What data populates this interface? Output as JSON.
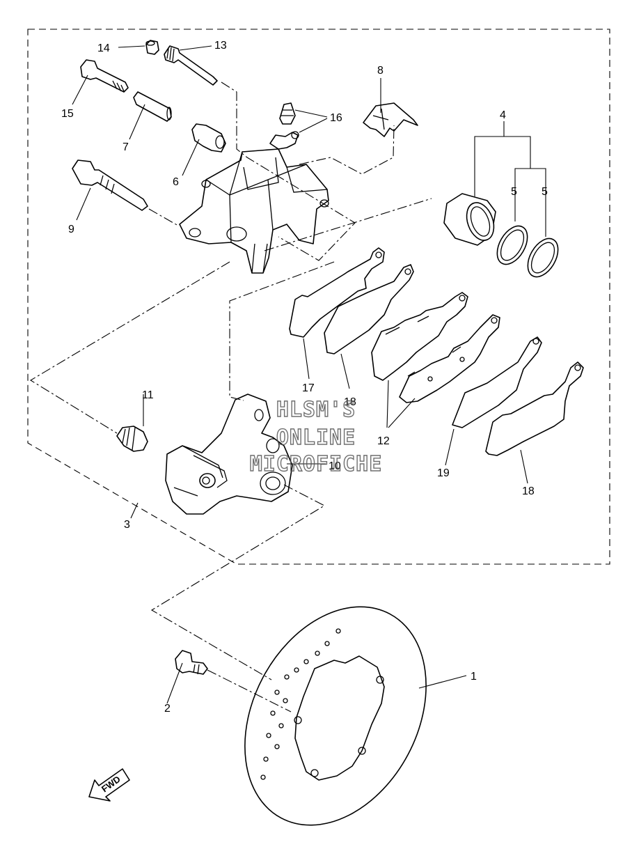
{
  "callouts": [
    {
      "id": "c1",
      "text": "1"
    },
    {
      "id": "c2",
      "text": "2"
    },
    {
      "id": "c3",
      "text": "3"
    },
    {
      "id": "c4",
      "text": "4"
    },
    {
      "id": "c5a",
      "text": "5"
    },
    {
      "id": "c5b",
      "text": "5"
    },
    {
      "id": "c6",
      "text": "6"
    },
    {
      "id": "c7",
      "text": "7"
    },
    {
      "id": "c8",
      "text": "8"
    },
    {
      "id": "c9",
      "text": "9"
    },
    {
      "id": "c10",
      "text": "10"
    },
    {
      "id": "c11",
      "text": "11"
    },
    {
      "id": "c12",
      "text": "12"
    },
    {
      "id": "c13",
      "text": "13"
    },
    {
      "id": "c14",
      "text": "14"
    },
    {
      "id": "c15",
      "text": "15"
    },
    {
      "id": "c16",
      "text": "16"
    },
    {
      "id": "c17",
      "text": "17"
    },
    {
      "id": "c18a",
      "text": "18"
    },
    {
      "id": "c18b",
      "text": "18"
    },
    {
      "id": "c19",
      "text": "19"
    }
  ],
  "watermark": {
    "line1": "HLSM'S",
    "line2": "ONLINE",
    "line3": "MICROFICHE"
  },
  "fwd_label": "FWD"
}
